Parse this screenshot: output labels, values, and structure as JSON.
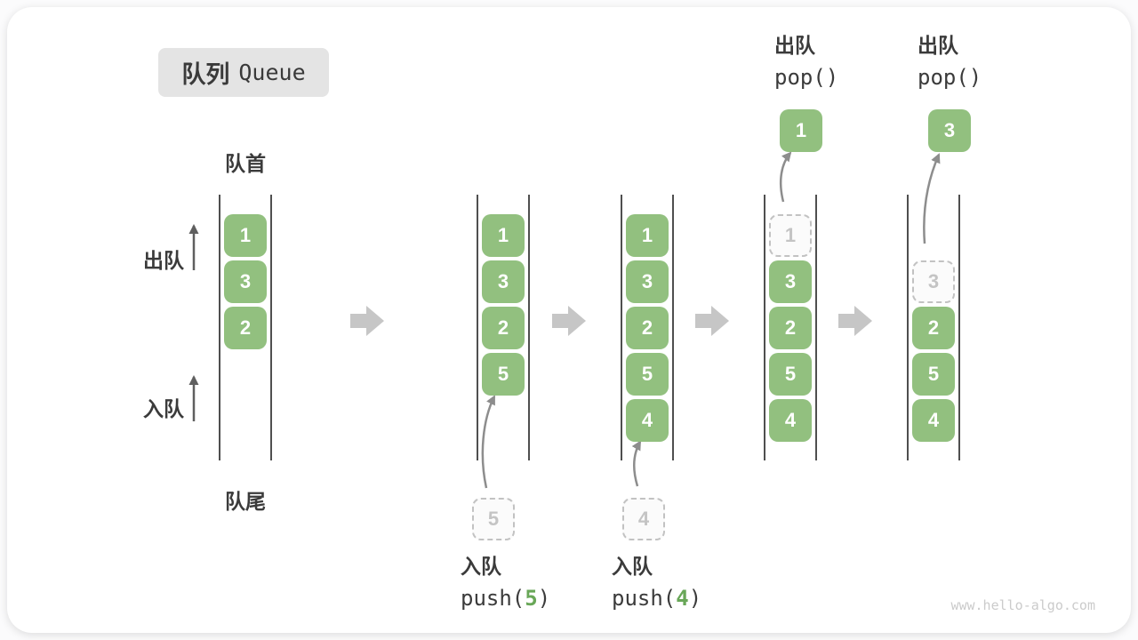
{
  "title": {
    "zh": "队列",
    "en": "Queue"
  },
  "labels": {
    "front": "队首",
    "rear": "队尾",
    "dequeue": "出队",
    "enqueue": "入队"
  },
  "colors": {
    "element_green": "#92c07f",
    "code_arg_green": "#69a758",
    "block_arrow_gray": "#c6c6c6",
    "curve_arrow_gray": "#8d8d8d",
    "side_arrow_dark": "#5f5f5f",
    "wall_dark": "#4f4f4f",
    "text_dark": "#3b3b3b",
    "ghost_border": "#c2c2c2",
    "ghost_text": "#c4c4c4",
    "title_bg": "#e4e4e4"
  },
  "states": [
    {
      "slots": [
        {
          "row": 0,
          "value": "1"
        },
        {
          "row": 1,
          "value": "3"
        },
        {
          "row": 2,
          "value": "2"
        }
      ]
    },
    {
      "slots": [
        {
          "row": 0,
          "value": "1"
        },
        {
          "row": 1,
          "value": "3"
        },
        {
          "row": 2,
          "value": "2"
        },
        {
          "row": 3,
          "value": "5"
        }
      ],
      "staged": "5"
    },
    {
      "slots": [
        {
          "row": 0,
          "value": "1"
        },
        {
          "row": 1,
          "value": "3"
        },
        {
          "row": 2,
          "value": "2"
        },
        {
          "row": 3,
          "value": "5"
        },
        {
          "row": 4,
          "value": "4"
        }
      ],
      "staged": "4"
    },
    {
      "slots": [
        {
          "row": 0,
          "value": "1",
          "ghost": true
        },
        {
          "row": 1,
          "value": "3"
        },
        {
          "row": 2,
          "value": "2"
        },
        {
          "row": 3,
          "value": "5"
        },
        {
          "row": 4,
          "value": "4"
        }
      ],
      "popped": "1"
    },
    {
      "slots": [
        {
          "row": 1,
          "value": "3",
          "ghost": true
        },
        {
          "row": 2,
          "value": "2"
        },
        {
          "row": 3,
          "value": "5"
        },
        {
          "row": 4,
          "value": "4"
        }
      ],
      "popped": "3"
    }
  ],
  "push_captions": [
    {
      "zh": "入队",
      "fn_open": "push(",
      "arg": "5",
      "fn_close": ")"
    },
    {
      "zh": "入队",
      "fn_open": "push(",
      "arg": "4",
      "fn_close": ")"
    }
  ],
  "pop_captions": [
    {
      "zh": "出队",
      "fn": "pop()"
    },
    {
      "zh": "出队",
      "fn": "pop()"
    }
  ],
  "watermark": "www.hello-algo.com"
}
